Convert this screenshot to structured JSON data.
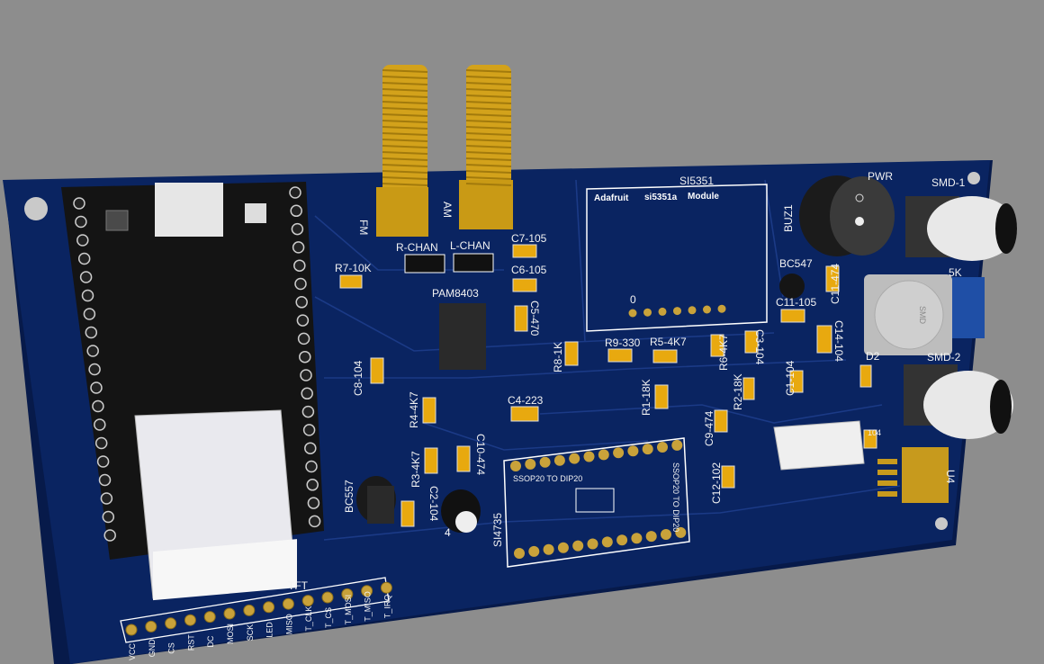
{
  "colors": {
    "background": "#8d8d8d",
    "board": "#0a2461",
    "trace": "#1b3a86",
    "pad_gold": "#d4a62a",
    "silk": "#f2f2f2",
    "module_black": "#141414"
  },
  "labels": {
    "fm": "FM",
    "am": "AM",
    "r_chan": "R-CHAN",
    "l_chan": "L-CHAN",
    "c7": "C7-105",
    "c6": "C6-105",
    "c5": "C5-470",
    "pam": "PAM8403",
    "r7": "R7-10K",
    "c8": "C8-104",
    "r4": "R4-4K7",
    "r3": "R3-4K7",
    "c10": "C10-474",
    "c2": "C2-104",
    "bc557": "BC557",
    "si4735": "SI4735",
    "ssop_a": "SSOP20 TO DIP20",
    "ssop_b": "SSOP20 TO DIP20",
    "c4": "C4-223",
    "r8": "R8-1K",
    "r9": "R9-330",
    "r5": "R5-4K7",
    "r6": "R6-4K7",
    "c3": "C3-104",
    "r1": "R1-18K",
    "r2": "R2-18K",
    "c9": "C9-474",
    "c12": "C12-102",
    "c1": "C1-104",
    "si5351": "SI5351",
    "adafruit": "Adafruit",
    "si5351a": "si5351a",
    "module": "Module",
    "zero": "0",
    "buz1": "BUZ1",
    "pwr": "PWR",
    "smd1": "SMD-1",
    "bc547": "BC547",
    "c11a": "C11-474",
    "c11b": "C11-105",
    "c14": "C14-104",
    "fivek": "5K",
    "smd_inductor": "SMD",
    "d2": "D2",
    "smd2": "SMD-2",
    "c104": "104",
    "u4": "U4",
    "tft": "TFT",
    "cap_mark": "4"
  },
  "tft_pins": [
    "VCC",
    "GND",
    "CS",
    "RST",
    "DC",
    "MOSI",
    "SCK",
    "LED",
    "MISO",
    "T_CLK",
    "T_CS",
    "T_MOSI",
    "T_MISO",
    "T_IRQ"
  ]
}
